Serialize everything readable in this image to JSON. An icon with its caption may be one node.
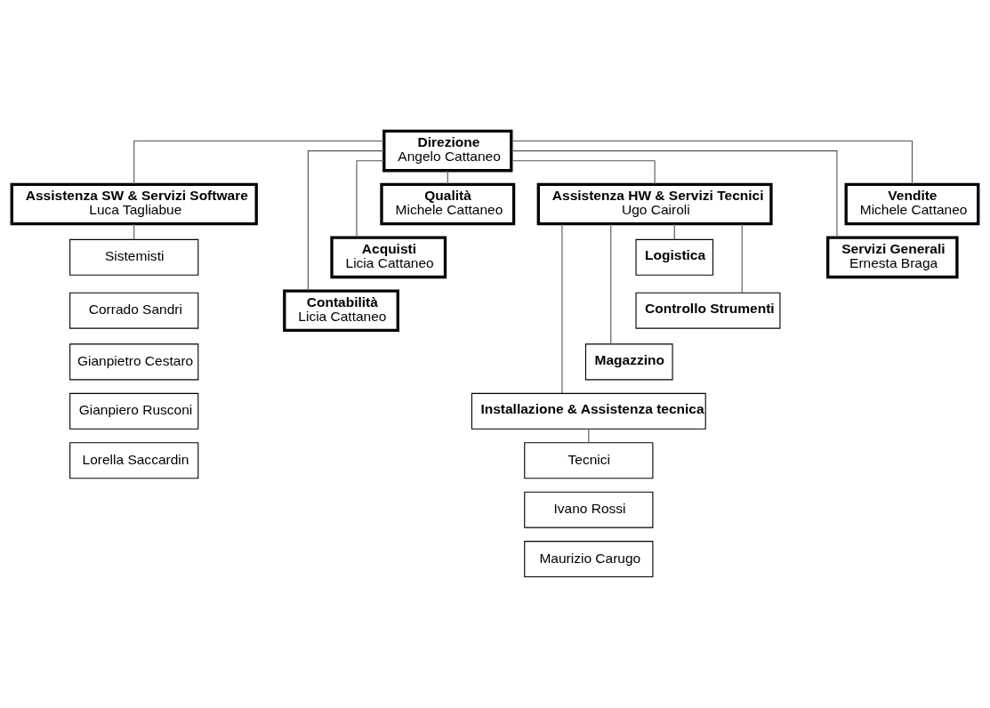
{
  "diagram": {
    "nodes": [
      {
        "text": [
          "Direzione",
          "Angelo Cattaneo"
        ]
      },
      {
        "text": [
          "Qualità",
          "Michele Cattaneo"
        ]
      },
      {
        "text": [
          "Assistenza SW & Servizi Software",
          "Luca Tagliabue"
        ]
      },
      {
        "text": [
          "Assistenza HW & Servizi Tecnici",
          "Ugo Cairoli"
        ]
      },
      {
        "text": [
          "Acquisti",
          "Licia Cattaneo"
        ]
      },
      {
        "text": [
          "Vendite",
          "Michele Cattaneo"
        ]
      },
      {
        "text": [
          "Contabilità",
          "Licia Cattaneo"
        ]
      },
      {
        "text": [
          "Servizi Generali",
          "Ernesta Braga"
        ]
      },
      {
        "text": [
          "Sistemisti"
        ]
      },
      {
        "text": [
          "Corrado Sandri"
        ]
      },
      {
        "text": [
          "Gianpietro Cestaro"
        ]
      },
      {
        "text": [
          "Gianpiero Rusconi"
        ]
      },
      {
        "text": [
          "Lorella Saccardin"
        ]
      },
      {
        "text": [
          "Logistica"
        ]
      },
      {
        "text": [
          "Controllo Strumenti"
        ]
      },
      {
        "text": [
          "Magazzino"
        ]
      },
      {
        "text": [
          "Installazione & Assistenza tecnica"
        ]
      },
      {
        "text": [
          "Tecnici"
        ]
      },
      {
        "text": [
          "Ivano Rossi"
        ]
      },
      {
        "text": [
          "Maurizio Carugo"
        ]
      }
    ],
    "edges": [
      {
        "from": 0,
        "to": 1,
        "arrow": "none"
      },
      {
        "from": 0,
        "to": 2,
        "arrow": "none"
      },
      {
        "from": 0,
        "to": 3,
        "arrow": "none"
      },
      {
        "from": 0,
        "to": 4,
        "arrow": "none"
      },
      {
        "from": 0,
        "to": 5,
        "arrow": "none"
      },
      {
        "from": 0,
        "to": 6,
        "arrow": "none"
      },
      {
        "from": 0,
        "to": 7,
        "arrow": "none"
      },
      {
        "from": 2,
        "to": 8,
        "arrow": "none"
      },
      {
        "from": 3,
        "to": 13,
        "arrow": "none"
      },
      {
        "from": 3,
        "to": 14,
        "arrow": "none"
      },
      {
        "from": 3,
        "to": 15,
        "arrow": "none"
      },
      {
        "from": 3,
        "to": 16,
        "arrow": "none"
      },
      {
        "from": 16,
        "to": 17,
        "arrow": "none"
      }
    ]
  }
}
